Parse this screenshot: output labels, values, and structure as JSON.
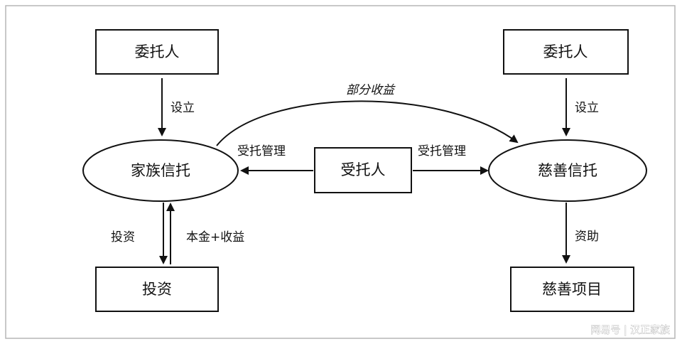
{
  "nodes": {
    "settlor_left": "委托人",
    "settlor_right": "委托人",
    "family_trust": "家族信托",
    "trustee": "受托人",
    "charitable_trust": "慈善信托",
    "investment": "投资",
    "charity_project": "慈善项目"
  },
  "edges": {
    "establish_left": "设立",
    "establish_right": "设立",
    "manage_left": "受托管理",
    "manage_right": "受托管理",
    "partial_income": "部分收益",
    "invest": "投资",
    "principal_income": "本金+收益",
    "fund": "资助"
  },
  "watermark": "网易号 | 汉正家族"
}
